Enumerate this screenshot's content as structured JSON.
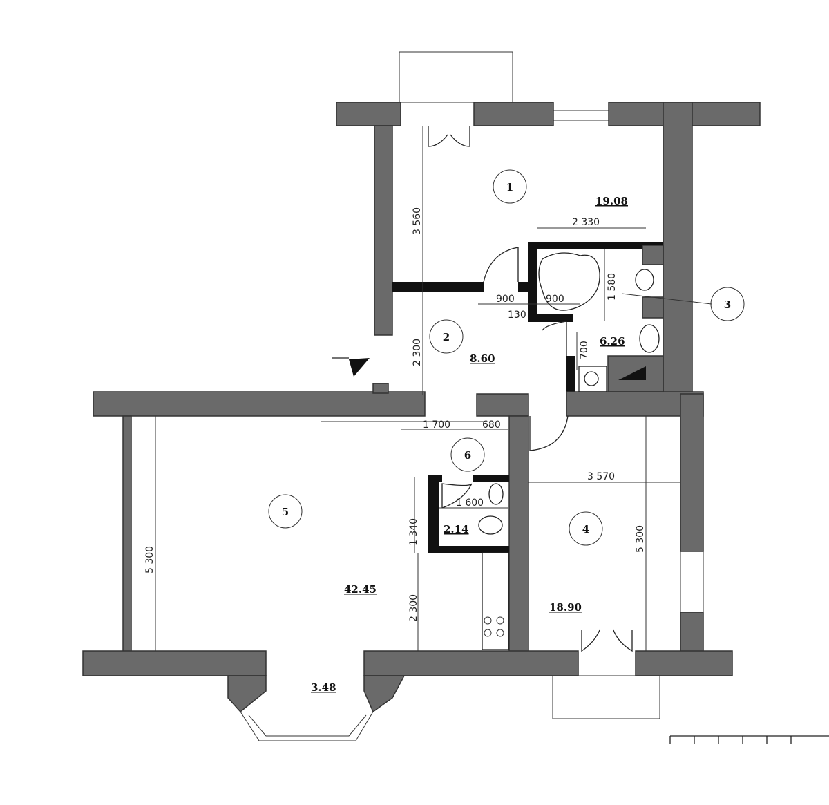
{
  "rooms": [
    {
      "number": "1",
      "area": "19.08"
    },
    {
      "number": "2",
      "area": "8.60"
    },
    {
      "number": "3",
      "area": "6.26"
    },
    {
      "number": "4",
      "area": "18.90"
    },
    {
      "number": "5",
      "area": "42.45"
    },
    {
      "number": "6",
      "area": "2.14"
    }
  ],
  "bay_area": "3.48",
  "dimensions": {
    "d3560": "3 560",
    "d2330": "2 330",
    "d1580": "1 580",
    "d900a": "900",
    "d900b": "900",
    "d130": "130",
    "d2300a": "2 300",
    "d700": "700",
    "d1700": "1 700",
    "d680": "680",
    "d3570": "3 570",
    "d1340": "1 340",
    "d1600": "1 600",
    "d5300a": "5 300",
    "d5300b": "5 300",
    "d2300b": "2 300"
  },
  "entrance_icon": "entrance-arrow-icon"
}
